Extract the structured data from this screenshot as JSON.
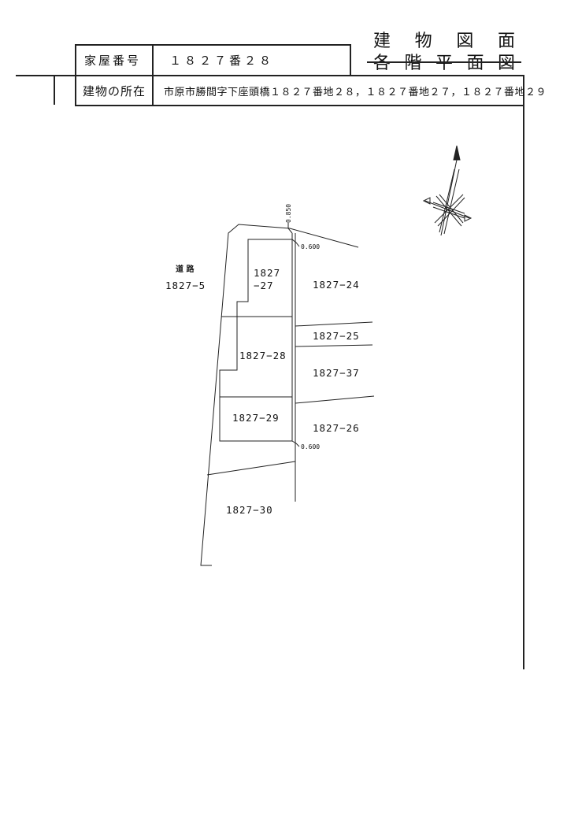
{
  "header": {
    "title_top_chars": [
      "建",
      "物",
      "図",
      "面"
    ],
    "title_bottom_chars": [
      "各",
      "階",
      "平",
      "面",
      "図"
    ],
    "house_number_label": "家屋番号",
    "house_number_value": "１８２７番２８",
    "location_label": "建物の所在",
    "location_value": "市原市勝間字下座頭橋１８２７番地２８，１８２７番地２７，１８２７番地２９"
  },
  "plan": {
    "road_label": "道 路",
    "lots": {
      "lot_5": "1827−5",
      "lot_27_a": "1827",
      "lot_27_b": "−27",
      "lot_24": "1827−24",
      "lot_25": "1827−25",
      "lot_28": "1827−28",
      "lot_37": "1827−37",
      "lot_29": "1827−29",
      "lot_26": "1827−26",
      "lot_30": "1827−30"
    },
    "dimensions": {
      "top_vertical": "0.850",
      "top_offset": "0.600",
      "bottom_offset": "0.600"
    }
  },
  "icons": {
    "compass": "north-arrow-compass-icon"
  }
}
